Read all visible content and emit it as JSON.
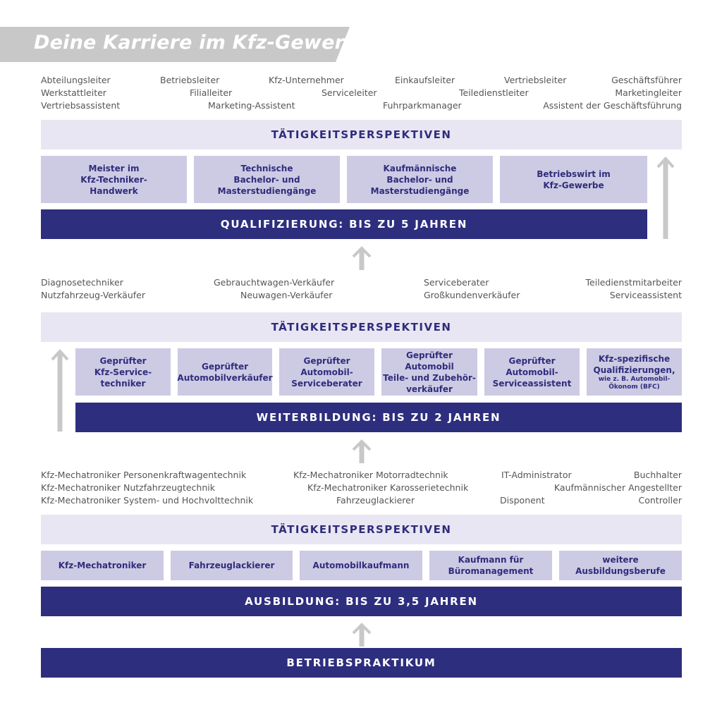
{
  "title": "Deine Karriere im Kfz-Gewerbe",
  "level3": {
    "jobs": {
      "row1": [
        "Abteilungsleiter",
        "Betriebsleiter",
        "Kfz-Unternehmer",
        "Einkaufsleiter",
        "Vertriebsleiter",
        "Geschäftsführer"
      ],
      "row2": [
        "Werkstattleiter",
        "Filialleiter",
        "Serviceleiter",
        "Teiledienstleiter",
        "Marketingleiter"
      ],
      "row3": [
        "Vertriebsassistent",
        "Marketing-Assistent",
        "Fuhrparkmanager",
        "Assistent der Geschäftsführung"
      ]
    },
    "perspectives": "TÄTIGKEITSPERSPEKTIVEN",
    "boxes": [
      [
        "Meister im",
        "Kfz-Techniker-",
        "Handwerk"
      ],
      [
        "Technische",
        "Bachelor- und",
        "Masterstudiengänge"
      ],
      [
        "Kaufmännische",
        "Bachelor- und",
        "Masterstudiengänge"
      ],
      [
        "Betriebswirt im",
        "Kfz-Gewerbe"
      ]
    ],
    "bar": "QUALIFIZIERUNG: BIS ZU 5 JAHREN"
  },
  "level2": {
    "jobs": {
      "row1": [
        "Diagnosetechniker",
        "Gebrauchtwagen-Verkäufer",
        "Serviceberater",
        "Teiledienstmitarbeiter"
      ],
      "row2": [
        "Nutzfahrzeug-Verkäufer",
        "Neuwagen-Verkäufer",
        "Großkundenverkäufer",
        "Serviceassistent"
      ]
    },
    "perspectives": "TÄTIGKEITSPERSPEKTIVEN",
    "boxes": [
      [
        "Geprüfter",
        "Kfz-Service-",
        "techniker"
      ],
      [
        "Geprüfter",
        "Automobilverkäufer"
      ],
      [
        "Geprüfter",
        "Automobil-",
        "Serviceberater"
      ],
      [
        "Geprüfter Automobil",
        "Teile- und Zubehör-",
        "verkäufer"
      ],
      [
        "Geprüfter",
        "Automobil-",
        "Serviceassistent"
      ]
    ],
    "box6": {
      "lines": [
        "Kfz-spezifische",
        "Qualifizierungen,"
      ],
      "small": [
        "wie z. B. Automobil-",
        "Ökonom (BFC)"
      ]
    },
    "bar": "WEITERBILDUNG: BIS ZU 2 JAHREN"
  },
  "level1": {
    "jobs": {
      "row1": [
        "Kfz-Mechatroniker Personenkraftwagentechnik",
        "Kfz-Mechatroniker Motorradtechnik",
        "IT-Administrator",
        "Buchhalter"
      ],
      "row2": [
        "Kfz-Mechatroniker Nutzfahrzeugtechnik",
        "Kfz-Mechatroniker Karosserietechnik",
        "Kaufmännischer Angestellter"
      ],
      "row3": [
        "Kfz-Mechatroniker System- und Hochvolttechnik",
        "Fahrzeuglackierer",
        "Disponent",
        "Controller"
      ]
    },
    "perspectives": "TÄTIGKEITSPERSPEKTIVEN",
    "boxes": [
      [
        "Kfz-Mechatroniker"
      ],
      [
        "Fahrzeuglackierer"
      ],
      [
        "Automobilkaufmann"
      ],
      [
        "Kaufmann für",
        "Büromanagement"
      ],
      [
        "weitere",
        "Ausbildungsberufe"
      ]
    ],
    "bar": "AUSBILDUNG: BIS ZU 3,5 JAHREN"
  },
  "base": "BETRIEBSPRAKTIKUM",
  "colors": {
    "navy": "#2d2e7e",
    "box": "#cdcae4",
    "band": "#e8e6f2",
    "arrow": "#c8c8c8",
    "banner": "#c8c8c8"
  }
}
